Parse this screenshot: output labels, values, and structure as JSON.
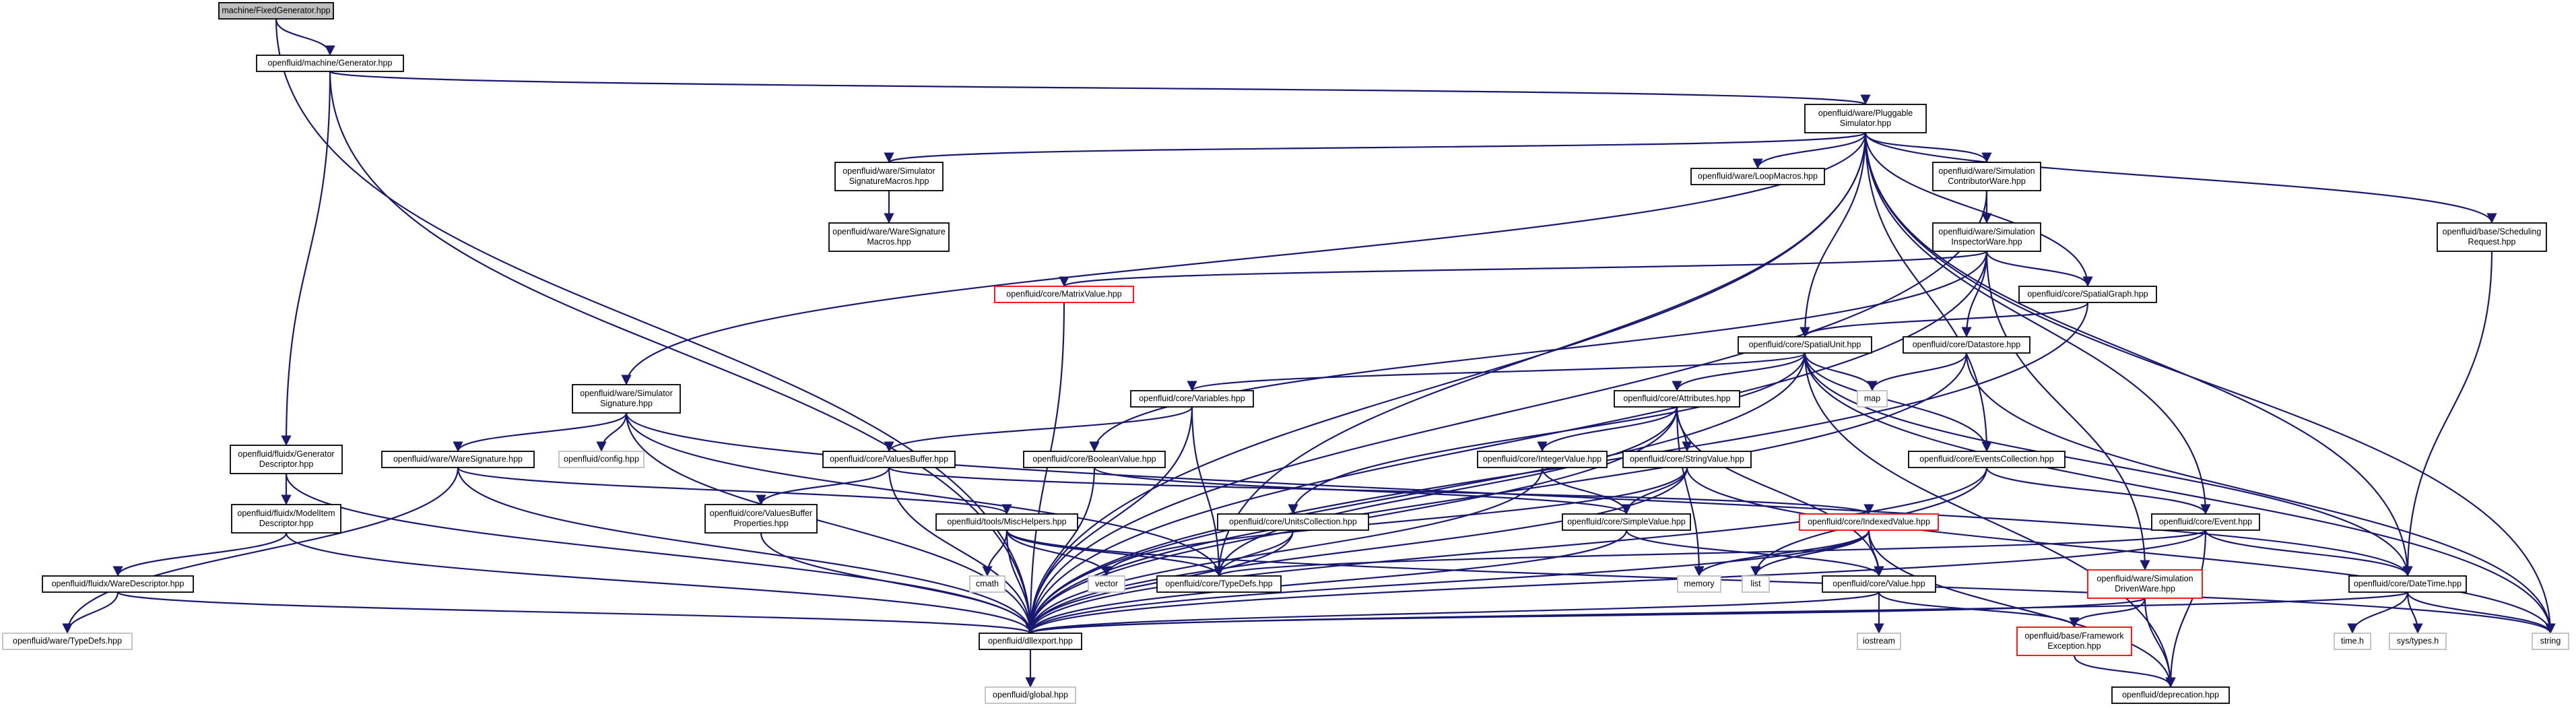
{
  "colors": {
    "edge": "#191970",
    "node_border": "#000000",
    "node_fill": "#ffffff",
    "root_fill": "#bfbfbf",
    "external_border": "#bfbfbf",
    "truncated_border": "#ff0000"
  },
  "nodes": [
    {
      "id": "n_fixedgen",
      "name": "node-fixed-generator-hpp",
      "lines": [
        "machine/FixedGenerator.hpp"
      ],
      "kind": "root"
    },
    {
      "id": "n_generator",
      "name": "node-machine-generator-hpp",
      "lines": [
        "openfluid/machine/Generator.hpp"
      ],
      "kind": "normal"
    },
    {
      "id": "n_pluggable",
      "name": "node-pluggable-simulator-hpp",
      "lines": [
        "openfluid/ware/Pluggable",
        "Simulator.hpp"
      ],
      "kind": "normal"
    },
    {
      "id": "n_sigmacros",
      "name": "node-simulator-signature-macros-hpp",
      "lines": [
        "openfluid/ware/Simulator",
        "SignatureMacros.hpp"
      ],
      "kind": "normal"
    },
    {
      "id": "n_waresigmacros",
      "name": "node-ware-signature-macros-hpp",
      "lines": [
        "openfluid/ware/WareSignature",
        "Macros.hpp"
      ],
      "kind": "normal"
    },
    {
      "id": "n_loopmacros",
      "name": "node-loop-macros-hpp",
      "lines": [
        "openfluid/ware/LoopMacros.hpp"
      ],
      "kind": "normal"
    },
    {
      "id": "n_contrib",
      "name": "node-simulation-contributor-ware-hpp",
      "lines": [
        "openfluid/ware/Simulation",
        "ContributorWare.hpp"
      ],
      "kind": "normal"
    },
    {
      "id": "n_inspector",
      "name": "node-simulation-inspector-ware-hpp",
      "lines": [
        "openfluid/ware/Simulation",
        "InspectorWare.hpp"
      ],
      "kind": "normal"
    },
    {
      "id": "n_sched",
      "name": "node-scheduling-request-hpp",
      "lines": [
        "openfluid/base/Scheduling",
        "Request.hpp"
      ],
      "kind": "normal"
    },
    {
      "id": "n_matrix",
      "name": "node-matrix-value-hpp",
      "lines": [
        "openfluid/core/MatrixValue.hpp"
      ],
      "kind": "truncated"
    },
    {
      "id": "n_spatialgraph",
      "name": "node-spatial-graph-hpp",
      "lines": [
        "openfluid/core/SpatialGraph.hpp"
      ],
      "kind": "normal"
    },
    {
      "id": "n_spatialunit",
      "name": "node-spatial-unit-hpp",
      "lines": [
        "openfluid/core/SpatialUnit.hpp"
      ],
      "kind": "normal"
    },
    {
      "id": "n_datastore",
      "name": "node-datastore-hpp",
      "lines": [
        "openfluid/core/Datastore.hpp"
      ],
      "kind": "normal"
    },
    {
      "id": "n_simsig",
      "name": "node-simulator-signature-hpp",
      "lines": [
        "openfluid/ware/Simulator",
        "Signature.hpp"
      ],
      "kind": "normal"
    },
    {
      "id": "n_gendesc",
      "name": "node-generator-descriptor-hpp",
      "lines": [
        "openfluid/fluidx/Generator",
        "Descriptor.hpp"
      ],
      "kind": "normal"
    },
    {
      "id": "n_variables",
      "name": "node-variables-hpp",
      "lines": [
        "openfluid/core/Variables.hpp"
      ],
      "kind": "normal"
    },
    {
      "id": "n_attributes",
      "name": "node-attributes-hpp",
      "lines": [
        "openfluid/core/Attributes.hpp"
      ],
      "kind": "normal"
    },
    {
      "id": "n_map",
      "name": "node-map",
      "lines": [
        "map"
      ],
      "kind": "external"
    },
    {
      "id": "n_config",
      "name": "node-config-hpp",
      "lines": [
        "openfluid/config.hpp"
      ],
      "kind": "external"
    },
    {
      "id": "n_waresig",
      "name": "node-ware-signature-hpp",
      "lines": [
        "openfluid/ware/WareSignature.hpp"
      ],
      "kind": "normal"
    },
    {
      "id": "n_valuesbuffer",
      "name": "node-values-buffer-hpp",
      "lines": [
        "openfluid/core/ValuesBuffer.hpp"
      ],
      "kind": "normal"
    },
    {
      "id": "n_boolean",
      "name": "node-boolean-value-hpp",
      "lines": [
        "openfluid/core/BooleanValue.hpp"
      ],
      "kind": "normal"
    },
    {
      "id": "n_integer",
      "name": "node-integer-value-hpp",
      "lines": [
        "openfluid/core/IntegerValue.hpp"
      ],
      "kind": "normal"
    },
    {
      "id": "n_string",
      "name": "node-string-value-hpp",
      "lines": [
        "openfluid/core/StringValue.hpp"
      ],
      "kind": "normal"
    },
    {
      "id": "n_events",
      "name": "node-events-collection-hpp",
      "lines": [
        "openfluid/core/EventsCollection.hpp"
      ],
      "kind": "normal"
    },
    {
      "id": "n_modelitem",
      "name": "node-model-item-descriptor-hpp",
      "lines": [
        "openfluid/fluidx/ModelItem",
        "Descriptor.hpp"
      ],
      "kind": "normal"
    },
    {
      "id": "n_vbprops",
      "name": "node-values-buffer-properties-hpp",
      "lines": [
        "openfluid/core/ValuesBuffer",
        "Properties.hpp"
      ],
      "kind": "normal"
    },
    {
      "id": "n_mischelpers",
      "name": "node-misc-helpers-hpp",
      "lines": [
        "openfluid/tools/MiscHelpers.hpp"
      ],
      "kind": "normal"
    },
    {
      "id": "n_unitscoll",
      "name": "node-units-collection-hpp",
      "lines": [
        "openfluid/core/UnitsCollection.hpp"
      ],
      "kind": "normal"
    },
    {
      "id": "n_simple",
      "name": "node-simple-value-hpp",
      "lines": [
        "openfluid/core/SimpleValue.hpp"
      ],
      "kind": "normal"
    },
    {
      "id": "n_indexed",
      "name": "node-indexed-value-hpp",
      "lines": [
        "openfluid/core/IndexedValue.hpp"
      ],
      "kind": "truncated"
    },
    {
      "id": "n_event",
      "name": "node-event-hpp",
      "lines": [
        "openfluid/core/Event.hpp"
      ],
      "kind": "normal"
    },
    {
      "id": "n_waredesc",
      "name": "node-ware-descriptor-hpp",
      "lines": [
        "openfluid/fluidx/WareDescriptor.hpp"
      ],
      "kind": "normal"
    },
    {
      "id": "n_cmath",
      "name": "node-cmath",
      "lines": [
        "cmath"
      ],
      "kind": "external"
    },
    {
      "id": "n_vector",
      "name": "node-vector",
      "lines": [
        "vector"
      ],
      "kind": "external"
    },
    {
      "id": "n_typedefs",
      "name": "node-core-typedefs-hpp",
      "lines": [
        "openfluid/core/TypeDefs.hpp"
      ],
      "kind": "normal"
    },
    {
      "id": "n_memory",
      "name": "node-memory",
      "lines": [
        "memory"
      ],
      "kind": "external"
    },
    {
      "id": "n_list",
      "name": "node-list",
      "lines": [
        "list"
      ],
      "kind": "external"
    },
    {
      "id": "n_value",
      "name": "node-value-hpp",
      "lines": [
        "openfluid/core/Value.hpp"
      ],
      "kind": "normal"
    },
    {
      "id": "n_simdriven",
      "name": "node-simulation-driven-ware-hpp",
      "lines": [
        "openfluid/ware/Simulation",
        "DrivenWare.hpp"
      ],
      "kind": "truncated"
    },
    {
      "id": "n_datetime",
      "name": "node-date-time-hpp",
      "lines": [
        "openfluid/core/DateTime.hpp"
      ],
      "kind": "normal"
    },
    {
      "id": "n_waretypedefs",
      "name": "node-ware-typedefs-hpp",
      "lines": [
        "openfluid/ware/TypeDefs.hpp"
      ],
      "kind": "external"
    },
    {
      "id": "n_dllexport",
      "name": "node-dllexport-hpp",
      "lines": [
        "openfluid/dllexport.hpp"
      ],
      "kind": "normal"
    },
    {
      "id": "n_iostream",
      "name": "node-iostream",
      "lines": [
        "iostream"
      ],
      "kind": "external"
    },
    {
      "id": "n_fwexc",
      "name": "node-framework-exception-hpp",
      "lines": [
        "openfluid/base/Framework",
        "Exception.hpp"
      ],
      "kind": "truncated"
    },
    {
      "id": "n_timeh",
      "name": "node-time-h",
      "lines": [
        "time.h"
      ],
      "kind": "external"
    },
    {
      "id": "n_systypes",
      "name": "node-sys-types-h",
      "lines": [
        "sys/types.h"
      ],
      "kind": "external"
    },
    {
      "id": "n_string_std",
      "name": "node-string",
      "lines": [
        "string"
      ],
      "kind": "external"
    },
    {
      "id": "n_global",
      "name": "node-global-hpp",
      "lines": [
        "openfluid/global.hpp"
      ],
      "kind": "external"
    },
    {
      "id": "n_deprecation",
      "name": "node-deprecation-hpp",
      "lines": [
        "openfluid/deprecation.hpp"
      ],
      "kind": "normal"
    }
  ],
  "edges": [
    [
      "n_fixedgen",
      "n_generator"
    ],
    [
      "n_fixedgen",
      "n_dllexport"
    ],
    [
      "n_generator",
      "n_pluggable"
    ],
    [
      "n_generator",
      "n_gendesc"
    ],
    [
      "n_generator",
      "n_dllexport"
    ],
    [
      "n_pluggable",
      "n_sigmacros"
    ],
    [
      "n_pluggable",
      "n_loopmacros"
    ],
    [
      "n_pluggable",
      "n_contrib"
    ],
    [
      "n_pluggable",
      "n_sched"
    ],
    [
      "n_pluggable",
      "n_spatialgraph"
    ],
    [
      "n_pluggable",
      "n_spatialunit"
    ],
    [
      "n_pluggable",
      "n_simsig"
    ],
    [
      "n_pluggable",
      "n_events"
    ],
    [
      "n_pluggable",
      "n_event"
    ],
    [
      "n_pluggable",
      "n_datetime"
    ],
    [
      "n_pluggable",
      "n_typedefs"
    ],
    [
      "n_pluggable",
      "n_dllexport"
    ],
    [
      "n_pluggable",
      "n_string_std"
    ],
    [
      "n_sigmacros",
      "n_waresigmacros"
    ],
    [
      "n_contrib",
      "n_inspector"
    ],
    [
      "n_contrib",
      "n_dllexport"
    ],
    [
      "n_inspector",
      "n_matrix"
    ],
    [
      "n_inspector",
      "n_spatialgraph"
    ],
    [
      "n_inspector",
      "n_datastore"
    ],
    [
      "n_inspector",
      "n_boolean"
    ],
    [
      "n_inspector",
      "n_simdriven"
    ],
    [
      "n_inspector",
      "n_dllexport"
    ],
    [
      "n_sched",
      "n_datetime"
    ],
    [
      "n_matrix",
      "n_dllexport"
    ],
    [
      "n_spatialgraph",
      "n_spatialunit"
    ],
    [
      "n_spatialgraph",
      "n_dllexport"
    ],
    [
      "n_spatialunit",
      "n_variables"
    ],
    [
      "n_spatialunit",
      "n_attributes"
    ],
    [
      "n_spatialunit",
      "n_map"
    ],
    [
      "n_spatialunit",
      "n_events"
    ],
    [
      "n_spatialunit",
      "n_unitscoll"
    ],
    [
      "n_spatialunit",
      "n_datetime"
    ],
    [
      "n_spatialunit",
      "n_dllexport"
    ],
    [
      "n_spatialunit",
      "n_deprecation"
    ],
    [
      "n_spatialunit",
      "n_string_std"
    ],
    [
      "n_datastore",
      "n_map"
    ],
    [
      "n_datastore",
      "n_dllexport"
    ],
    [
      "n_datastore",
      "n_string_std"
    ],
    [
      "n_simsig",
      "n_waresig"
    ],
    [
      "n_simsig",
      "n_config"
    ],
    [
      "n_simsig",
      "n_typedefs"
    ],
    [
      "n_simsig",
      "n_datetime"
    ],
    [
      "n_simsig",
      "n_dllexport"
    ],
    [
      "n_gendesc",
      "n_modelitem"
    ],
    [
      "n_gendesc",
      "n_dllexport"
    ],
    [
      "n_variables",
      "n_valuesbuffer"
    ],
    [
      "n_variables",
      "n_typedefs"
    ],
    [
      "n_variables",
      "n_dllexport"
    ],
    [
      "n_attributes",
      "n_integer"
    ],
    [
      "n_attributes",
      "n_string"
    ],
    [
      "n_attributes",
      "n_memory"
    ],
    [
      "n_attributes",
      "n_typedefs"
    ],
    [
      "n_attributes",
      "n_value"
    ],
    [
      "n_attributes",
      "n_dllexport"
    ],
    [
      "n_waresig",
      "n_mischelpers"
    ],
    [
      "n_waresig",
      "n_waretypedefs"
    ],
    [
      "n_waresig",
      "n_dllexport"
    ],
    [
      "n_valuesbuffer",
      "n_vbprops"
    ],
    [
      "n_valuesbuffer",
      "n_indexed"
    ],
    [
      "n_valuesbuffer",
      "n_dllexport"
    ],
    [
      "n_boolean",
      "n_simple"
    ],
    [
      "n_boolean",
      "n_dllexport"
    ],
    [
      "n_integer",
      "n_simple"
    ],
    [
      "n_integer",
      "n_dllexport"
    ],
    [
      "n_string",
      "n_simple"
    ],
    [
      "n_string",
      "n_vector"
    ],
    [
      "n_string",
      "n_dllexport"
    ],
    [
      "n_string",
      "n_string_std"
    ],
    [
      "n_events",
      "n_event"
    ],
    [
      "n_events",
      "n_list"
    ],
    [
      "n_events",
      "n_dllexport"
    ],
    [
      "n_modelitem",
      "n_waredesc"
    ],
    [
      "n_modelitem",
      "n_dllexport"
    ],
    [
      "n_vbprops",
      "n_dllexport"
    ],
    [
      "n_mischelpers",
      "n_cmath"
    ],
    [
      "n_mischelpers",
      "n_vector"
    ],
    [
      "n_mischelpers",
      "n_typedefs"
    ],
    [
      "n_mischelpers",
      "n_dllexport"
    ],
    [
      "n_mischelpers",
      "n_string_std"
    ],
    [
      "n_unitscoll",
      "n_typedefs"
    ],
    [
      "n_unitscoll",
      "n_dllexport"
    ],
    [
      "n_simple",
      "n_value"
    ],
    [
      "n_simple",
      "n_dllexport"
    ],
    [
      "n_indexed",
      "n_value"
    ],
    [
      "n_indexed",
      "n_memory"
    ],
    [
      "n_indexed",
      "n_list"
    ],
    [
      "n_indexed",
      "n_dllexport"
    ],
    [
      "n_indexed",
      "n_deprecation"
    ],
    [
      "n_event",
      "n_datetime"
    ],
    [
      "n_event",
      "n_typedefs"
    ],
    [
      "n_event",
      "n_dllexport"
    ],
    [
      "n_event",
      "n_deprecation"
    ],
    [
      "n_waredesc",
      "n_waretypedefs"
    ],
    [
      "n_waredesc",
      "n_dllexport"
    ],
    [
      "n_value",
      "n_iostream"
    ],
    [
      "n_value",
      "n_fwexc"
    ],
    [
      "n_value",
      "n_dllexport"
    ],
    [
      "n_simdriven",
      "n_dllexport"
    ],
    [
      "n_simdriven",
      "n_fwexc"
    ],
    [
      "n_simdriven",
      "n_deprecation"
    ],
    [
      "n_datetime",
      "n_timeh"
    ],
    [
      "n_datetime",
      "n_systypes"
    ],
    [
      "n_datetime",
      "n_string_std"
    ],
    [
      "n_datetime",
      "n_dllexport"
    ],
    [
      "n_dllexport",
      "n_global"
    ],
    [
      "n_fwexc",
      "n_deprecation"
    ]
  ]
}
